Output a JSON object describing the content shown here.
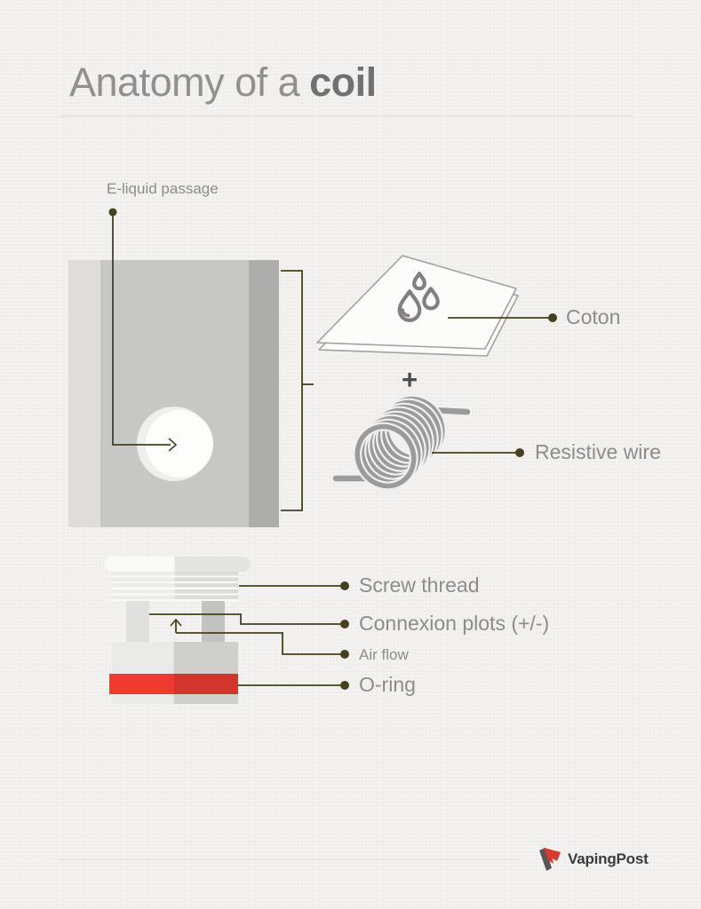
{
  "title": {
    "regular": "Anatomy of a",
    "bold": "coil"
  },
  "diagram": {
    "e_liquid_label": "E-liquid passage",
    "coton_label": "Coton",
    "plus_sign": "+",
    "resistive_wire_label": "Resistive wire",
    "screw_thread_label": "Screw thread",
    "connexion_plots_label": "Connexion plots (+/-)",
    "air_flow_label": "Air flow",
    "o_ring_label": "O-ring"
  },
  "footer": {
    "logo_text": "VapingPost"
  },
  "colors": {
    "background": "#f0efed",
    "callout_line": "#46401e",
    "label_text": "#8c8c8c",
    "title_regular": "#909090",
    "title_bold": "#717171",
    "metal_light": "#dedddb",
    "metal_mid": "#c7c7c6",
    "metal_dark": "#adadac",
    "wire_grey": "#9b9b9b",
    "drop_outline": "#847e82",
    "sheet_outline": "#a2a0a0",
    "o_ring_red": "#ee3a30",
    "o_ring_red_dark": "#d2352c",
    "logo_red": "#d6392f",
    "logo_grey": "#55565a"
  }
}
